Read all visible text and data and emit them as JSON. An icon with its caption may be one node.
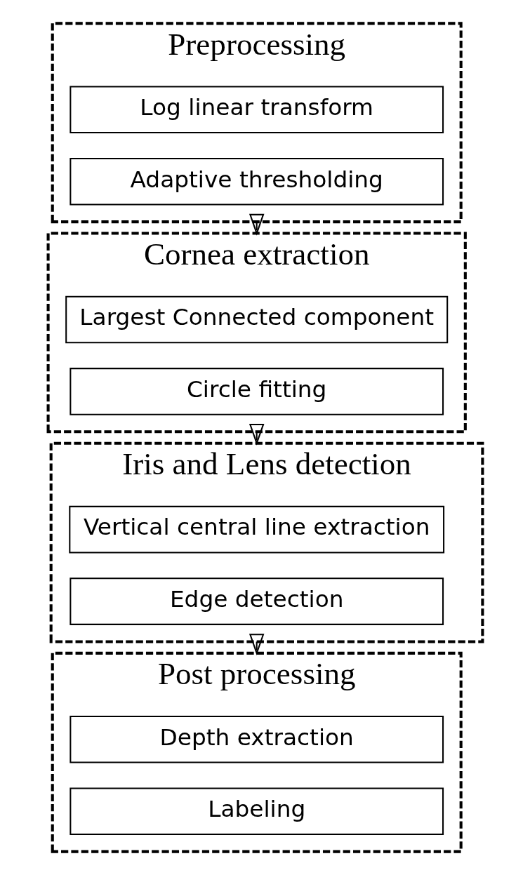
{
  "diagram": {
    "nodes": [
      {
        "text": [
          "Preprocessing"
        ]
      },
      {
        "text": [
          "Log linear transform"
        ],
        "in": 0
      },
      {
        "text": [
          "Adaptive thresholding"
        ],
        "in": 0
      },
      {
        "text": [
          "Cornea extraction"
        ]
      },
      {
        "text": [
          "Largest Connected component"
        ],
        "in": 3
      },
      {
        "text": [
          "Circle fitting"
        ],
        "in": 3
      },
      {
        "text": [
          "Iris and Lens detection"
        ]
      },
      {
        "text": [
          "Vertical central line extraction"
        ],
        "in": 6
      },
      {
        "text": [
          "Edge detection"
        ],
        "in": 6
      },
      {
        "text": [
          "Post processing"
        ]
      },
      {
        "text": [
          "Depth extraction"
        ],
        "in": 9
      },
      {
        "text": [
          "Labeling"
        ],
        "in": 9
      }
    ],
    "edges": [
      {
        "from": 0,
        "to": 3,
        "arrow": "to"
      },
      {
        "from": 3,
        "to": 6,
        "arrow": "to"
      },
      {
        "from": 6,
        "to": 9,
        "arrow": "to"
      }
    ]
  }
}
